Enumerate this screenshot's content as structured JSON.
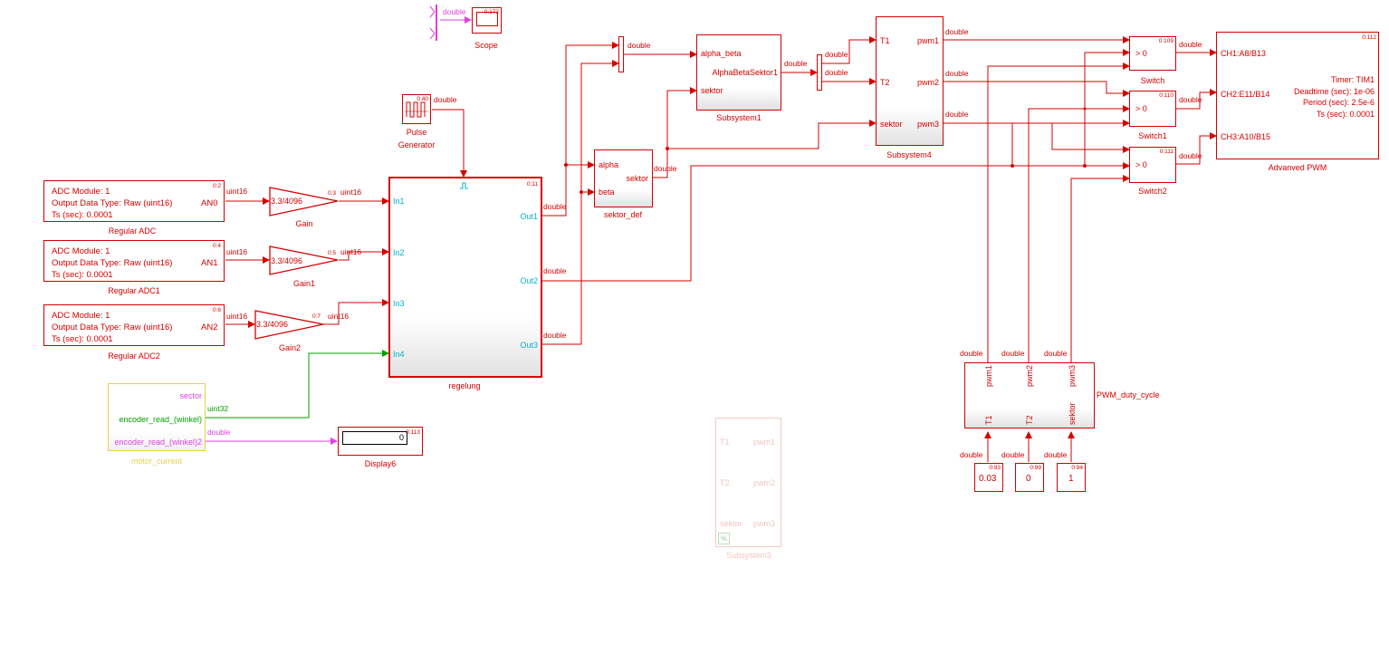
{
  "colors": {
    "wire": "#d40000",
    "cyan_port": "#00b4c8",
    "magenta": "#e040e0",
    "green": "#00a000",
    "yellow": "#e6d24a"
  },
  "scope": {
    "label": "Scope",
    "sample": "0:172",
    "signal": "double"
  },
  "pulse": {
    "label_line1": "Pulse",
    "label_line2": "Generator",
    "sample": "0:40",
    "signal": "double"
  },
  "adc": [
    {
      "label": "Regular ADC",
      "line1": "ADC Module: 1",
      "line2": "Output Data Type: Raw (uint16)",
      "line3": "Ts (sec): 0.0001",
      "port": "AN0",
      "sample": "0:2",
      "out_signal": "uint16"
    },
    {
      "label": "Regular ADC1",
      "line1": "ADC Module: 1",
      "line2": "Output Data Type: Raw (uint16)",
      "line3": "Ts (sec): 0.0001",
      "port": "AN1",
      "sample": "0:4",
      "out_signal": "uint16"
    },
    {
      "label": "Regular ADC2",
      "line1": "ADC Module: 1",
      "line2": "Output Data Type: Raw (uint16)",
      "line3": "Ts (sec): 0.0001",
      "port": "AN2",
      "sample": "0:6",
      "out_signal": "uint16"
    }
  ],
  "gains": [
    {
      "label": "Gain",
      "value": "3.3/4096",
      "sample": "0:3",
      "out_signal": "uint16"
    },
    {
      "label": "Gain1",
      "value": "3.3/4096",
      "sample": "0:5",
      "out_signal": "uint16"
    },
    {
      "label": "Gain2",
      "value": "3.3/4096",
      "sample": "0:7",
      "out_signal": "uint16"
    }
  ],
  "regelung": {
    "label": "regelung",
    "sample": "0:11",
    "in1": "In1",
    "in2": "In2",
    "in3": "In3",
    "in4": "In4",
    "out1": "Out1",
    "out2": "Out2",
    "out3": "Out3",
    "out1_sig": "double",
    "out2_sig": "double",
    "out3_sig": "double"
  },
  "encoder": {
    "label": "motor_current",
    "sektor": "sector",
    "winkel": "encoder_read_(winkel)",
    "winkel2": "encoder_read_(winkel)2",
    "sig1": "uint32",
    "sig2": "double"
  },
  "display": {
    "label": "Display6",
    "value": "0",
    "sample": "0:113"
  },
  "sektor_def": {
    "label": "sektor_def",
    "in_alpha": "alpha",
    "in_beta": "beta",
    "out": "sektor",
    "out_sig": "double"
  },
  "mux1": {
    "out_sig": "double"
  },
  "subsystem1": {
    "label": "Subsystem1",
    "in1": "alpha_beta",
    "in2": "sektor",
    "center": "AlphaBetaSektor1",
    "out_sig": "double"
  },
  "mux2": {
    "sig1": "double",
    "sig2": "double"
  },
  "subsystem4": {
    "label": "Subsystem4",
    "in1": "T1",
    "in2": "T2",
    "in3": "sektor",
    "out1": "pwm1",
    "out2": "pwm2",
    "out3": "pwm3",
    "sig1": "double",
    "sig2": "double",
    "sig3": "double"
  },
  "switches": [
    {
      "label": "Switch",
      "sample": "0:109",
      "cond": "> 0",
      "out_sig": "double"
    },
    {
      "label": "Switch1",
      "sample": "0:110",
      "cond": "> 0",
      "out_sig": "double"
    },
    {
      "label": "Switch2",
      "sample": "0:111",
      "cond": "> 0",
      "out_sig": "double"
    }
  ],
  "pwm_block": {
    "label": "Advanved PWM",
    "sample": "0:112",
    "ch1": "CH1:A8/B13",
    "ch2": "CH2:E11/B14",
    "ch3": "CH3:A10/B15",
    "timer": "Timer: TIM1",
    "deadtime": "Deadtime (sec): 1e-06",
    "period": "Period (sec): 2.5e-6",
    "ts": "Ts (sec): 0.0001"
  },
  "duty": {
    "label": "PWM_duty_cycle",
    "out1": "pwm1",
    "out2": "pwm2",
    "out3": "pwm3",
    "in1": "T1",
    "in2": "T2",
    "in3": "sektor",
    "top_sig": "double",
    "bottom_sig": "double"
  },
  "consts": [
    {
      "value": "0.03",
      "sample": "0:93"
    },
    {
      "value": "0",
      "sample": "0:99"
    },
    {
      "value": "1",
      "sample": "0:94"
    }
  ],
  "subsystem3": {
    "label": "Subsystem3",
    "in1": "T1",
    "in2": "T2",
    "in3": "sektor",
    "out1": "pwm1",
    "out2": "pwm2",
    "out3": "pwm3",
    "badge": "%"
  }
}
